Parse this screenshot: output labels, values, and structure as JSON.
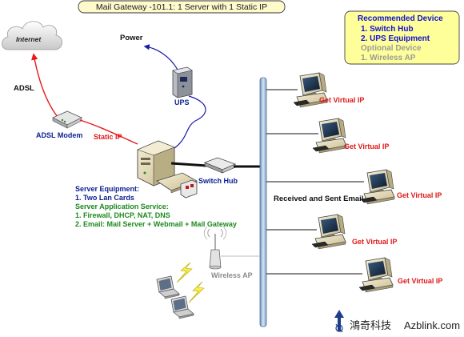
{
  "title": "Mail Gateway -101.1: 1 Server with 1 Static IP",
  "legend": {
    "heading": "Recommended Device",
    "item1": "1. Switch Hub",
    "item2": "2. UPS Equipment",
    "optional_heading": "Optional Device",
    "optional_item1": "1. Wireless AP"
  },
  "labels": {
    "internet": "Internet",
    "adsl": "ADSL",
    "power": "Power",
    "ups": "UPS",
    "adsl_modem": "ADSL Modem",
    "static_ip": "Static IP",
    "switch_hub": "Switch Hub",
    "received_sent_email": "Received and Sent Email",
    "wireless_ap": "Wireless AP",
    "get_virtual_ip": "Get Virtual IP"
  },
  "server_info": {
    "equipment_heading": "Server Equipment:",
    "equipment_item": "1. Two Lan Cards",
    "service_heading": "Server Application Service:",
    "service_item1": "1. Firewall, DHCP, NAT, DNS",
    "service_item2": "2. Email: Mail Server + Webmail + Mail Gateway"
  },
  "brand": {
    "chinese": "鴻奇科技",
    "english": "Azblink.com"
  },
  "colors": {
    "title_fill": "#fffacc",
    "legend_fill": "#ffff99",
    "bus": "#a8c4e0",
    "red_link": "#e81818",
    "blue_link": "#1a1aa8",
    "navy_text": "#0a1f8f",
    "green_text": "#1c8a1c"
  }
}
